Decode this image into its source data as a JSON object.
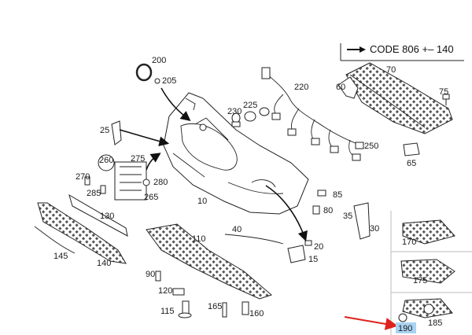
{
  "code_note": {
    "text": "CODE 806 +– 140",
    "arrow_icon": "arrow-right-icon"
  },
  "parts": [
    {
      "id": "p200",
      "label": "200"
    },
    {
      "id": "p205",
      "label": "205"
    },
    {
      "id": "p220",
      "label": "220"
    },
    {
      "id": "p70",
      "label": "70"
    },
    {
      "id": "p60",
      "label": "60"
    },
    {
      "id": "p75",
      "label": "75"
    },
    {
      "id": "p230",
      "label": "230"
    },
    {
      "id": "p225",
      "label": "225"
    },
    {
      "id": "p25",
      "label": "25"
    },
    {
      "id": "p250",
      "label": "250"
    },
    {
      "id": "p65",
      "label": "65"
    },
    {
      "id": "p260",
      "label": "260"
    },
    {
      "id": "p275",
      "label": "275"
    },
    {
      "id": "p270",
      "label": "270"
    },
    {
      "id": "p280",
      "label": "280"
    },
    {
      "id": "p285",
      "label": "285"
    },
    {
      "id": "p265",
      "label": "265"
    },
    {
      "id": "p10",
      "label": "10"
    },
    {
      "id": "p85",
      "label": "85"
    },
    {
      "id": "p35",
      "label": "35"
    },
    {
      "id": "p80",
      "label": "80"
    },
    {
      "id": "p30",
      "label": "30"
    },
    {
      "id": "p130",
      "label": "130"
    },
    {
      "id": "p145",
      "label": "145"
    },
    {
      "id": "p140",
      "label": "140"
    },
    {
      "id": "p40",
      "label": "40"
    },
    {
      "id": "p110",
      "label": "110"
    },
    {
      "id": "p20",
      "label": "20"
    },
    {
      "id": "p15",
      "label": "15"
    },
    {
      "id": "p90",
      "label": "90"
    },
    {
      "id": "p120",
      "label": "120"
    },
    {
      "id": "p115",
      "label": "115"
    },
    {
      "id": "p165",
      "label": "165"
    },
    {
      "id": "p160",
      "label": "160"
    },
    {
      "id": "p170",
      "label": "170"
    },
    {
      "id": "p175",
      "label": "175"
    },
    {
      "id": "p185",
      "label": "185"
    },
    {
      "id": "p190",
      "label": "190",
      "highlighted": true
    }
  ],
  "colors": {
    "highlight": "#a9d3f2",
    "pointer_arrow": "#e0221c"
  }
}
